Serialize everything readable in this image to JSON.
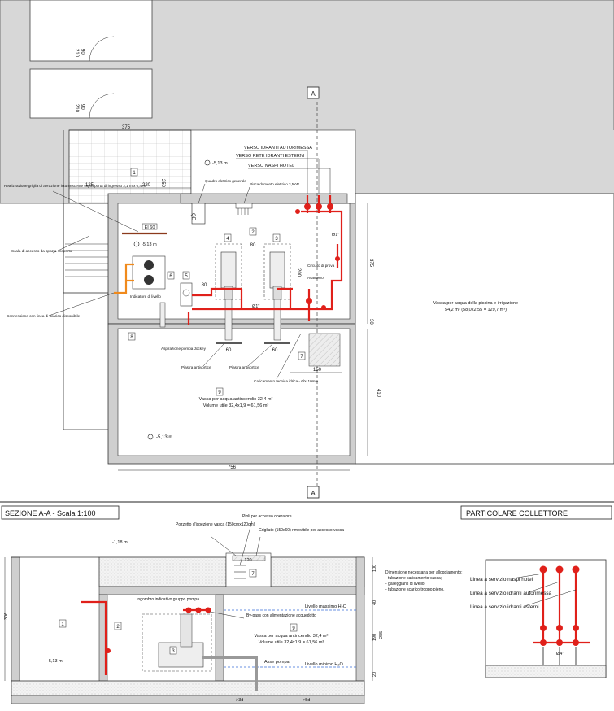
{
  "plan": {
    "rooms": [
      "1",
      "2",
      "3",
      "4",
      "5",
      "6",
      "7",
      "8",
      "9"
    ],
    "section_marker": "A",
    "door_label_1": "90\n210",
    "door_label_1a": "90",
    "door_label_1b": "210",
    "door_label_2a": "90",
    "door_label_2b": "210",
    "level_top": "-5,13 m",
    "level_mid": "-5,13 m",
    "level_bottom": "-5,13 m",
    "ei_label": "EI 60",
    "qe_label": "QE",
    "labels": {
      "verso_idranti_autorimessa": "VERSO IDRANTI AUTORIMESSA",
      "verso_rete_idranti_esterni": "VERSO RETE IDRANTI ESTERNI",
      "verso_naspi_hotel": "VERSO NASPI HOTEL",
      "quadro_elettrico": "Quadro elettrico generale",
      "riscaldamento": "Riscaldamento elettrico 3,5kW",
      "realizzazione_griglia": "Realizzazione griglia di aerazione intumescente sopra porta di ingresso 2,1 m x 0,4 m",
      "scala_accesso": "Scala di accesso da spazio scoperto",
      "connessione_linea": "Connessione con linea di scarico disponibile",
      "indicatore_livello": "Indicatore di livello",
      "aspirazione_jockey": "Aspirazione pompa Jockey",
      "piastra_1": "Piastra antivortice",
      "piastra_2": "Piastra antivortice",
      "caricamento_tecnica": "Caricamento tecnica idrica - Ø≥110mm",
      "circuito_prova": "Circuito di prova",
      "asametro": "Asametro",
      "vasca_irrigazione": "Vasca per acqua della piscina e irrigazione",
      "vasca_irrigazione_vol": "54,2 m² (58,0x2,55 = 129,7 m³)",
      "vasca_antincendio": "Vasca per acqua antincendio 32,4 m²",
      "vasca_antincendio_vol": "Volume utile 32,4x1,9 = 61,56 m³"
    },
    "dims": {
      "d375_top": "375",
      "d125": "125",
      "d220": "220",
      "d250": "250",
      "d80_a": "80",
      "d80_b": "80",
      "d60_a": "60",
      "d60_b": "60",
      "d200": "200",
      "d150": "150",
      "d375_right": "375",
      "d30": "30",
      "d410": "410",
      "d756": "756",
      "dn_a": "Ø1\"",
      "dn_b": "Ø1\""
    }
  },
  "section": {
    "title": "SEZIONE A-A - Scala 1:100",
    "level_top": "-1,18 m",
    "level_bottom": "-5,13 m",
    "rooms": [
      "1",
      "2",
      "3",
      "7",
      "9"
    ],
    "labels": {
      "pozzetto": "Pozzetto d'ispezione vasca (150cmx120cm)",
      "pioli": "Pioli per accesso operatore",
      "grigliato": "Grigliato (150x60) rimovibile per accesso vasca",
      "ingombro": "Ingombro indicativo gruppo pompa",
      "bypass": "By-pass con alimentazione acquedotto",
      "livello_max": "Livello massimo H₂O",
      "livello_min": "Livello minimo H₂O",
      "vasca": "Vasca per acqua antincendio 32,4 m²",
      "vasca_vol": "Volume utile 32,4x1,9 = 61,56 m³",
      "asse_pompa": "Asse pompa",
      "dimensione_title": "Dimensione necessaria per alloggiamento:",
      "dimensione_1": "- tubazione caricamento vasca;",
      "dimensione_2": "- galleggianti di livello;",
      "dimensione_3": "- tubazione scarico troppo pieno."
    },
    "dims": {
      "d306": "306",
      "d120": "120",
      "d100": "100",
      "d40": "40",
      "d190": "190",
      "d285": "285",
      "d20": "20",
      "d3d": ">3d",
      "d5d": ">5d"
    }
  },
  "detail": {
    "title": "PARTICOLARE COLLETTORE",
    "legend": [
      "Linea a servizio naspi hotel",
      "Linea a servizio idranti autorimessa",
      "Linea a servizio idranti esterni"
    ],
    "main_dn": "Ø4\""
  }
}
